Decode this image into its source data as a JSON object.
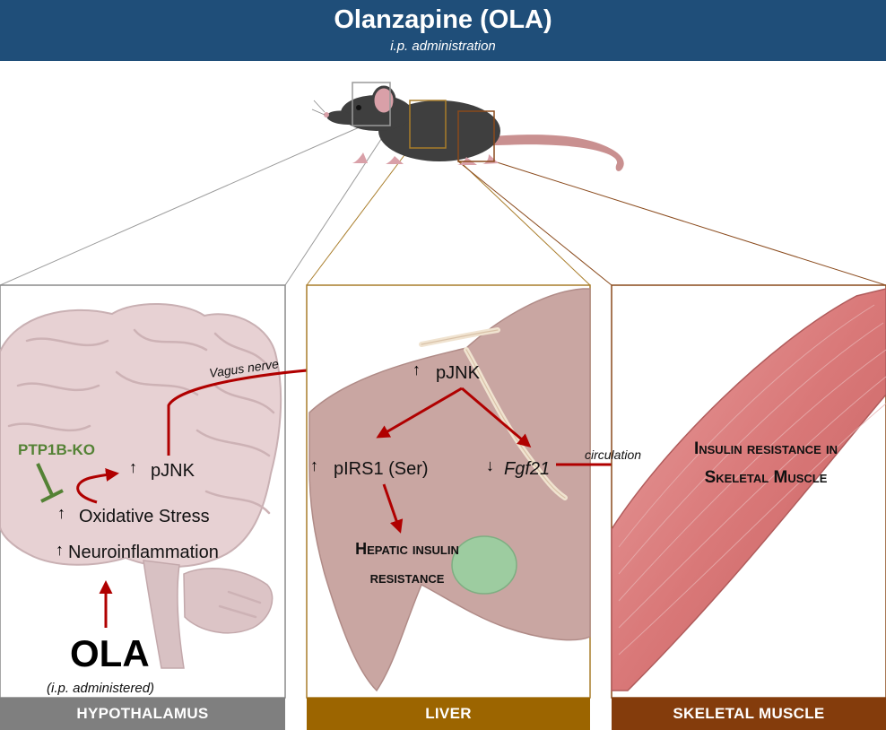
{
  "header": {
    "title": "Olanzapine (OLA)",
    "subtitle": "i.p. administration"
  },
  "panels": {
    "hypothalamus": {
      "footer": "HYPOTHALAMUS",
      "ptp1b": "PTP1B-KO",
      "pjnk": "pJNK",
      "oxidative_stress": "Oxidative Stress",
      "neuroinflammation": "Neuroinflammation",
      "ola": "OLA",
      "ola_note": "(i.p. administered)",
      "up_arrow": "↑"
    },
    "liver": {
      "footer": "LIVER",
      "pjnk": "pJNK",
      "pirs1": "pIRS1 (Ser)",
      "fgf21": "Fgf21",
      "down_arrow": "↓",
      "outcome_line1": "Hepatic insulin",
      "outcome_line2": "resistance"
    },
    "muscle": {
      "footer": "SKELETAL MUSCLE",
      "outcome_line1": "Insulin resistance in",
      "outcome_line2": "Skeletal Muscle"
    }
  },
  "connectors": {
    "vagus": "Vagus nerve",
    "circulation": "circulation"
  },
  "colors": {
    "header_bg": "#1f4e79",
    "hypothalamus_footer": "#7f7f7f",
    "liver_footer": "#9c6500",
    "muscle_footer": "#843c0c",
    "arrow": "#b00000",
    "inhibitor": "#548235"
  }
}
